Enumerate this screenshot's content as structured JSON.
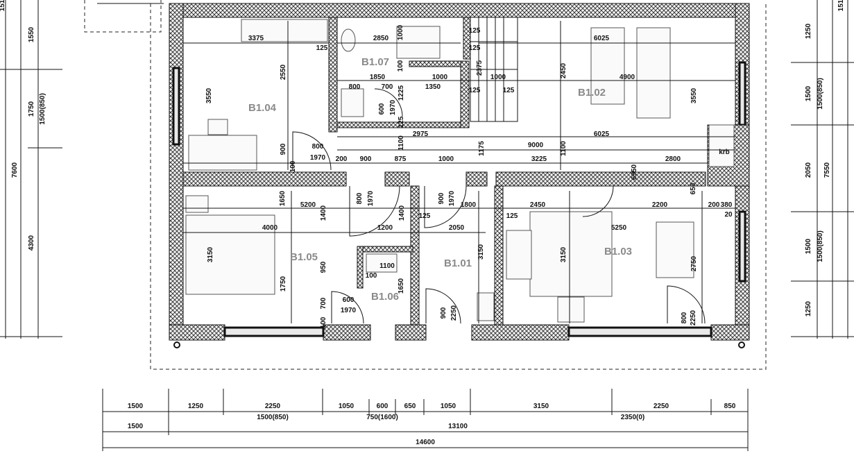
{
  "rooms": [
    {
      "label": "B1.04"
    },
    {
      "label": "B1.07"
    },
    {
      "label": "B1.02"
    },
    {
      "label": "B1.05"
    },
    {
      "label": "B1.06"
    },
    {
      "label": "B1.01"
    },
    {
      "label": "B1.03"
    }
  ],
  "interior_dims": [
    "3375",
    "125",
    "2850",
    "1000",
    "125",
    "125",
    "2375",
    "1000",
    "2450",
    "4900",
    "6025",
    "100",
    "1850",
    "1350",
    "700",
    "800",
    "1225",
    "1000",
    "125",
    "125",
    "3550",
    "3550",
    "2550",
    "600",
    "1970",
    "125",
    "2975",
    "6025",
    "900",
    "800",
    "1970",
    "100",
    "1100",
    "1175",
    "9000",
    "1100",
    "200",
    "900",
    "875",
    "1000",
    "3225",
    "2800",
    "6950",
    "650",
    "800",
    "1970",
    "900",
    "1970",
    "1800",
    "1650",
    "5200",
    "2450",
    "2200",
    "200",
    "380",
    "4000",
    "1400",
    "1200",
    "1400",
    "125",
    "2050",
    "125",
    "5250",
    "20",
    "1100",
    "3150",
    "3150",
    "3150",
    "100",
    "950",
    "1650",
    "2750",
    "1750",
    "600",
    "700",
    "1970",
    "100",
    "900",
    "2250",
    "800",
    "2250",
    "krb"
  ],
  "bottom_dims": {
    "row1": [
      "1500",
      "1250",
      "2250",
      "1050",
      "600",
      "650",
      "1050",
      "3150",
      "2250",
      "850"
    ],
    "row1_sub": [
      "1500(850)",
      "750(1600)",
      "2350(0)"
    ],
    "row2": [
      "1500",
      "13100"
    ],
    "total": "14600"
  },
  "left_dims": {
    "col1": [
      "1550",
      "1750",
      "1500(850)"
    ],
    "total": "7600",
    "col2": [
      "4300"
    ],
    "top_partial": "151"
  },
  "right_dims": {
    "col1": [
      "1250",
      "1500",
      "1500(850)",
      "2050",
      "1500",
      "1500(850)",
      "1250"
    ],
    "total": "7550",
    "top_partial": "151"
  }
}
